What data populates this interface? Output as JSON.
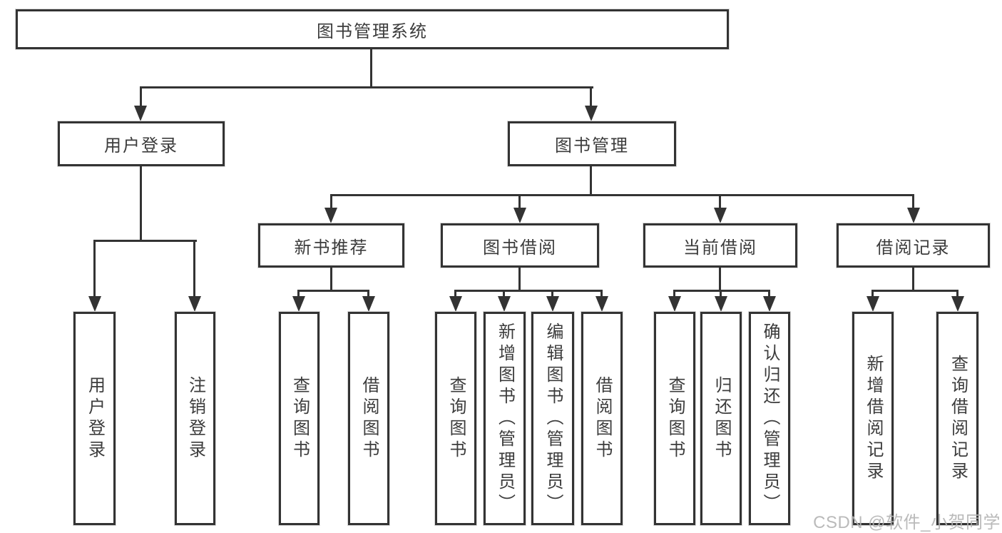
{
  "diagram_title": "图书管理系统",
  "tree": {
    "root": {
      "label": "图书管理系统"
    },
    "branches": [
      {
        "label": "用户登录",
        "children": [
          "用户登录",
          "注销登录"
        ]
      },
      {
        "label": "图书管理",
        "sections": [
          {
            "label": "新书推荐",
            "children": [
              "查询图书",
              "借阅图书"
            ]
          },
          {
            "label": "图书借阅",
            "children": [
              "查询图书",
              "新增图书（管理员）",
              "编辑图书（管理员）",
              "借阅图书"
            ]
          },
          {
            "label": "当前借阅",
            "children": [
              "查询图书",
              "归还图书",
              "确认归还（管理员）"
            ]
          },
          {
            "label": "借阅记录",
            "children": [
              "新增借阅记录",
              "查询借阅记录"
            ]
          }
        ]
      }
    ]
  },
  "watermark": "CSDN @软件_小贺同学",
  "colors": {
    "line": "#333333",
    "box_border": "#333333",
    "box_fill": "#ffffff",
    "text": "#3c3c3c",
    "watermark": "#b3b3b3",
    "background": "#ffffff"
  }
}
